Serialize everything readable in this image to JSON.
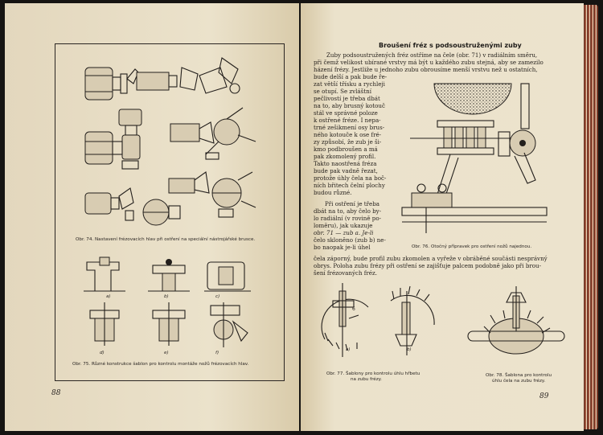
{
  "left_page": {
    "figure_74_caption": "Obr. 74. Nastavení frézovacích hlav při ostření na speciální nástrojářské brusce.",
    "figure_75_caption": "Obr. 75. Různé konstrukce šablon pro kontrolu montáže nožů frézovacích hlav.",
    "fig75_labels": [
      "a)",
      "b)",
      "c)",
      "d)",
      "e)",
      "f)"
    ],
    "page_number": "88"
  },
  "right_page": {
    "title": "Broušení fréz s podsoustruženými zuby",
    "lines_full": [
      "Zuby podsoustružených fréz ostříme na čele (obr. 71) v radiálním směru,",
      "při čemž velikost ubírané vrstvy má být u každého zubu stejná, aby se zamezilo",
      "házení frézy. Jestliže u jednoho zubu obrousíme menší vrstvu než u ostatních,"
    ],
    "lines_column": [
      "bude delší a pak bude ře-",
      "zat větší třísku a rychleji",
      "se otupí. Se zvláštní",
      "pečlivostí je třeba dbát",
      "na to, aby brusný kotouč",
      "stál ve správné poloze",
      "k ostřené fréze. I nepa-",
      "trné zešikmení osy brus-",
      "ného kotouče k ose fré-",
      "zy způsobí, že zub je ši-",
      "kmo podbroušen a má",
      "pak zkomolený profil.",
      "Takto naostřená fréza",
      "bude pak vadně řezat,",
      "protože úhly čela na boč-",
      "ních břitech čelní plochy",
      "budou různé.",
      "Při ostření je třeba",
      "dbát na to, aby čelo by-",
      "lo radiální (v rovině po-",
      "loměru), jak ukazuje",
      "obr. 71 — zub a. Je-li",
      "čelo skloněno (zub b) ne-",
      "bo naopak je-li úhel",
      "čela záporný, bude profil zubu zkomolen a vyřeže v obráběné součásti nesprávný"
    ],
    "lines_after": [
      "obrys. Poloha zubu frézy při ostření se zajišťuje palcem podobně jako při brou-",
      "šení frézovaných fréz."
    ],
    "figure_76_caption": "Obr. 76. Otočný přípravek pro ostření nožů najednou.",
    "figure_77_caption": [
      "Obr. 77. Šablony pro kontrolu úhlu hřbetu",
      "na zubu frézy."
    ],
    "figure_78_caption": [
      "Obr. 78. Šablona pro kontrolu",
      "úhlu čela na zubu frézy."
    ],
    "fig77_labels": [
      "a)",
      "b)"
    ],
    "page_number": "89"
  },
  "colors": {
    "paper": "#e9dfc8",
    "ink": "#231f1c",
    "background": "#161412",
    "edge": "#b46148"
  }
}
